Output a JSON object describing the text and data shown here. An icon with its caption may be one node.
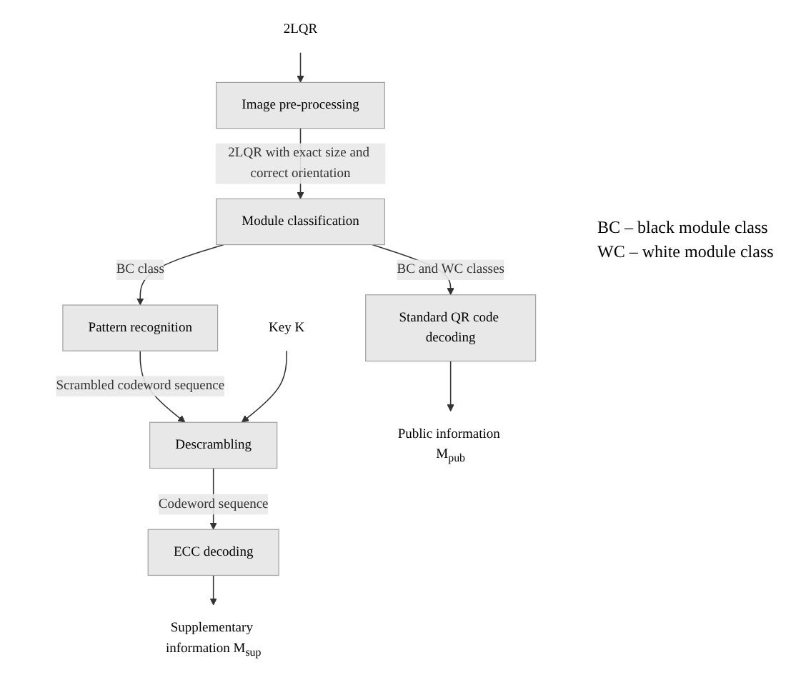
{
  "diagram": {
    "nodes": [
      {
        "text": [
          "2LQR"
        ]
      },
      {
        "text": [
          "Image pre-processing"
        ]
      },
      {
        "text": [
          "Module classification"
        ]
      },
      {
        "text": [
          "Standard QR code decoding"
        ]
      },
      {
        "text": [
          "Pattern recognition"
        ]
      },
      {
        "text": [
          "Descrambling"
        ]
      },
      {
        "text": [
          "ECC decoding"
        ]
      },
      {
        "text": [
          "Public information M$_{pub}$"
        ]
      },
      {
        "text": [
          "Supplementary information M$_{sup}$"
        ]
      },
      {
        "text": [
          "Key K"
        ]
      }
    ],
    "edges": [
      {
        "from": 0,
        "to": 1,
        "arrow": "to"
      },
      {
        "from": 1,
        "to": 2,
        "arrow": "to",
        "label": "2LQR with exact size and correct orientation"
      },
      {
        "from": 2,
        "to": 3,
        "arrow": "to",
        "label": "BC and WC classes"
      },
      {
        "from": 2,
        "to": 4,
        "arrow": "to",
        "label": "BC class"
      },
      {
        "from": 4,
        "to": 5,
        "arrow": "to",
        "label": "Scrambled codeword sequence"
      },
      {
        "from": 5,
        "to": 6,
        "arrow": "to",
        "label": "Codeword sequence"
      },
      {
        "from": 3,
        "to": 7,
        "arrow": "to"
      },
      {
        "from": 6,
        "to": 8,
        "arrow": "to"
      },
      {
        "from": 9,
        "to": 5,
        "arrow": "to"
      }
    ],
    "labels": [
      "BC – black module class",
      "WC – white module class"
    ]
  }
}
